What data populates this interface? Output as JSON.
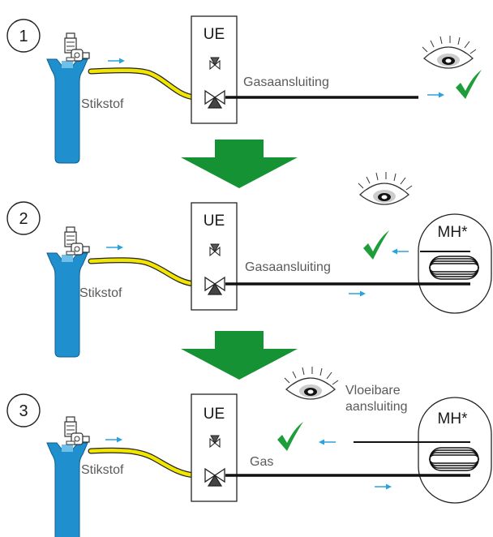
{
  "steps": [
    {
      "number": "1",
      "unit_label": "UE",
      "cylinder_label": "Stikstof",
      "pipe_label": "Gasaansluiting",
      "icon": "eye-icon"
    },
    {
      "number": "2",
      "unit_label": "UE",
      "cylinder_label": "Stikstof",
      "pipe_label": "Gasaansluiting",
      "mh_label": "MH*",
      "icon": "eye-icon"
    },
    {
      "number": "3",
      "unit_label": "UE",
      "cylinder_label": "Stikstof",
      "pipe_label": "Gas",
      "mh_label": "MH*",
      "liquid_label_line1": "Vloeibare",
      "liquid_label_line2": "aansluiting",
      "icon": "eye-icon"
    }
  ],
  "colors": {
    "cylinder": "#1f8fcd",
    "hose": "#f2e600",
    "arrow": "#2aa3dc",
    "check": "#1e9e3a",
    "big_arrow": "#159234"
  }
}
